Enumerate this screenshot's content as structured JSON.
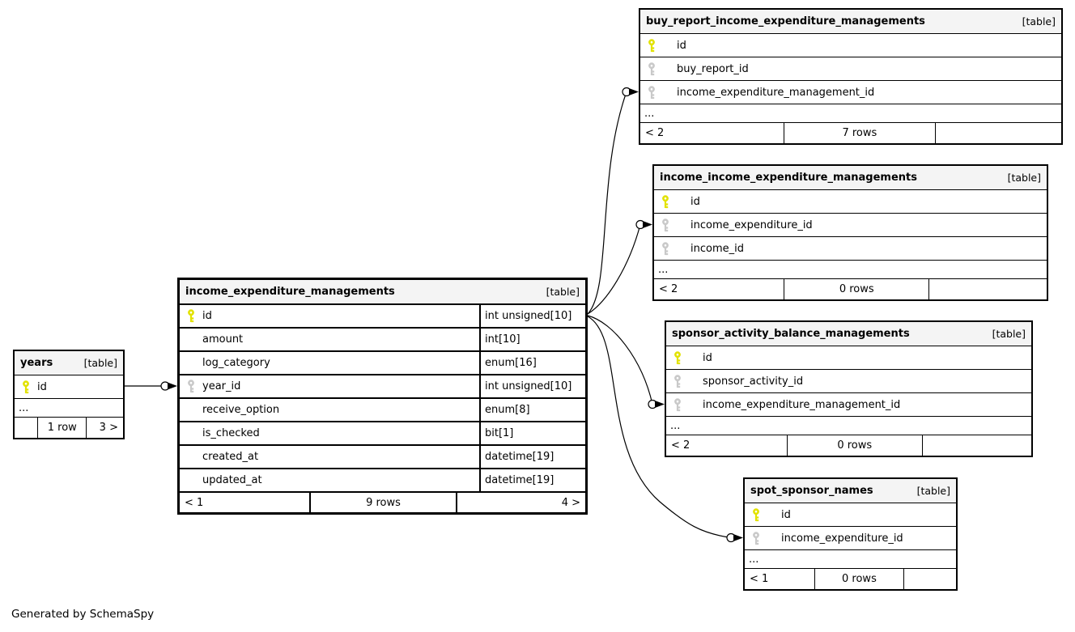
{
  "note": "Generated by SchemaSpy",
  "colors": {
    "pk_key": "#e2e200",
    "fk_key": "#c9c9c9",
    "header_bg": "#f4f4f4",
    "border": "#000000",
    "background": "#ffffff"
  },
  "tables": {
    "main": {
      "title": "income_expenditure_managements",
      "tag": "[table]",
      "columns": [
        {
          "name": "id",
          "type": "int unsigned[10]",
          "key": "pk"
        },
        {
          "name": "amount",
          "type": "int[10]",
          "key": "none"
        },
        {
          "name": "log_category",
          "type": "enum[16]",
          "key": "none"
        },
        {
          "name": "year_id",
          "type": "int unsigned[10]",
          "key": "fk"
        },
        {
          "name": "receive_option",
          "type": "enum[8]",
          "key": "none"
        },
        {
          "name": "is_checked",
          "type": "bit[1]",
          "key": "none"
        },
        {
          "name": "created_at",
          "type": "datetime[19]",
          "key": "none"
        },
        {
          "name": "updated_at",
          "type": "datetime[19]",
          "key": "none"
        }
      ],
      "footer": {
        "left": "< 1",
        "center": "9 rows",
        "right": "4 >"
      }
    },
    "years": {
      "title": "years",
      "tag": "[table]",
      "columns": [
        {
          "name": "id",
          "key": "pk"
        }
      ],
      "ellipsis": "...",
      "footer": {
        "left": "",
        "center": "1 row",
        "right": "3 >"
      }
    },
    "buy_report": {
      "title": "buy_report_income_expenditure_managements",
      "tag": "[table]",
      "columns": [
        {
          "name": "id",
          "key": "pk"
        },
        {
          "name": "buy_report_id",
          "key": "fk"
        },
        {
          "name": "income_expenditure_management_id",
          "key": "fk"
        }
      ],
      "ellipsis": "...",
      "footer": {
        "left": "< 2",
        "center": "7 rows",
        "right": ""
      }
    },
    "income_income": {
      "title": "income_income_expenditure_managements",
      "tag": "[table]",
      "columns": [
        {
          "name": "id",
          "key": "pk"
        },
        {
          "name": "income_expenditure_id",
          "key": "fk"
        },
        {
          "name": "income_id",
          "key": "fk"
        }
      ],
      "ellipsis": "...",
      "footer": {
        "left": "< 2",
        "center": "0 rows",
        "right": ""
      }
    },
    "sponsor": {
      "title": "sponsor_activity_balance_managements",
      "tag": "[table]",
      "columns": [
        {
          "name": "id",
          "key": "pk"
        },
        {
          "name": "sponsor_activity_id",
          "key": "fk"
        },
        {
          "name": "income_expenditure_management_id",
          "key": "fk"
        }
      ],
      "ellipsis": "...",
      "footer": {
        "left": "< 2",
        "center": "0 rows",
        "right": ""
      }
    },
    "spot": {
      "title": "spot_sponsor_names",
      "tag": "[table]",
      "columns": [
        {
          "name": "id",
          "key": "pk"
        },
        {
          "name": "income_expenditure_id",
          "key": "fk"
        }
      ],
      "ellipsis": "...",
      "footer": {
        "left": "< 1",
        "center": "0 rows",
        "right": ""
      }
    }
  },
  "relationships": [
    {
      "from": "years.id",
      "to": "income_expenditure_managements.year_id"
    },
    {
      "from": "income_expenditure_managements.id",
      "to": "buy_report_income_expenditure_managements.income_expenditure_management_id"
    },
    {
      "from": "income_expenditure_managements.id",
      "to": "income_income_expenditure_managements.income_expenditure_id"
    },
    {
      "from": "income_expenditure_managements.id",
      "to": "sponsor_activity_balance_managements.income_expenditure_management_id"
    },
    {
      "from": "income_expenditure_managements.id",
      "to": "spot_sponsor_names.income_expenditure_id"
    }
  ]
}
